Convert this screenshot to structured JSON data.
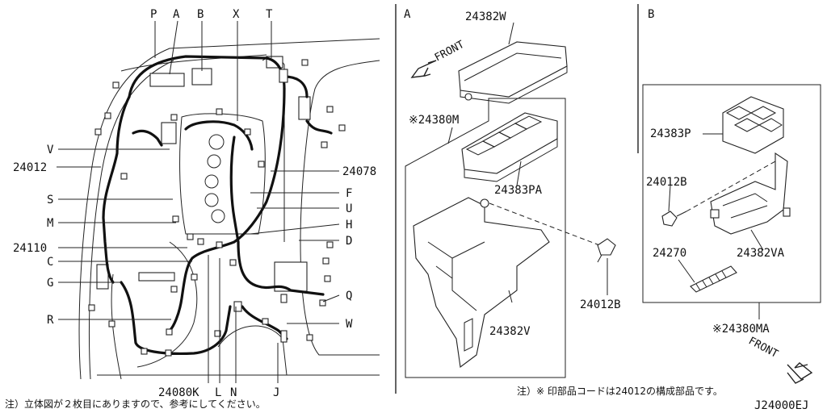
{
  "labels": {
    "P": "P",
    "A": "A",
    "B": "B",
    "X": "X",
    "T": "T",
    "V": "V",
    "n24012": "24012",
    "S": "S",
    "M": "M",
    "n24110": "24110",
    "C": "C",
    "G": "G",
    "R": "R",
    "n24078": "24078",
    "F": "F",
    "U": "U",
    "H": "H",
    "D": "D",
    "Q": "Q",
    "W": "W",
    "n24080K": "24080K",
    "L": "L",
    "N": "N",
    "J": "J"
  },
  "section_a": {
    "title": "A",
    "front": "FRONT",
    "part_24382W": "24382W",
    "part_24380M": "※24380M",
    "part_24383PA": "24383PA",
    "part_24012B": "24012B",
    "part_24382V": "24382V"
  },
  "section_b": {
    "title": "B",
    "part_24383P": "24383P",
    "part_24012B": "24012B",
    "part_24270": "24270",
    "part_24382VA": "24382VA",
    "part_24380MA": "※24380MA",
    "front": "FRONT"
  },
  "footer": {
    "note_left": "注）立体図が２枚目にありますので、参考にしてください。",
    "note_right": "注）※ 印部品コードは24012の構成部品です。",
    "diagram_code": "J24000EJ"
  }
}
